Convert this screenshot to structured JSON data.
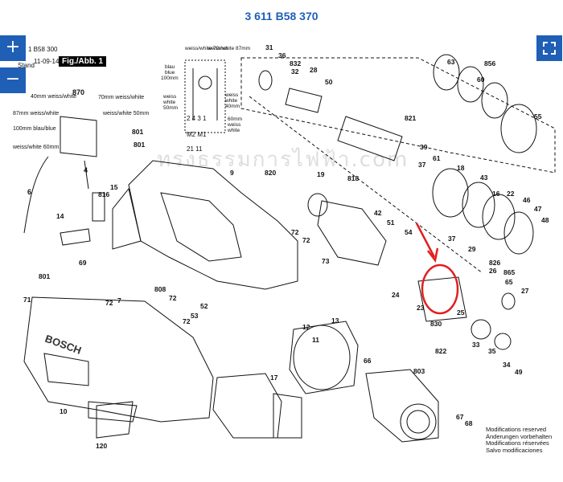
{
  "title": "3 611 B58 370",
  "header": {
    "ref_line": "1 B58 300",
    "stand_label": "Stand",
    "date": "11-09-14",
    "figure_label": "Fig./Abb. 1"
  },
  "watermark": "ทรงธรรมการไฟฟ้า.com",
  "zoom": {
    "in_label": "+",
    "out_label": "−"
  },
  "footer": {
    "lines": [
      "Modifications reserved",
      "Änderungen vorbehalten",
      "Modifications réservées",
      "Salvo modificaciones"
    ]
  },
  "brand": "BOSCH",
  "wiring": {
    "left_labels": [
      {
        "id": "w40",
        "text": "40mm weiss/white"
      },
      {
        "id": "w87",
        "text": "87mm weiss/white"
      },
      {
        "id": "b100",
        "text": "100mm blau/blue"
      },
      {
        "id": "w60",
        "text": "weiss/white 60mm"
      },
      {
        "id": "w70",
        "text": "70mm weiss/white"
      },
      {
        "id": "w50",
        "text": "weiss/white 50mm"
      }
    ],
    "switch_part": "870",
    "cable_part": "4",
    "cord_part": "6"
  },
  "schematic": {
    "top_left": "weiss/white 70mm",
    "top_right": "weiss/white 87mm",
    "left": [
      "blau",
      "blue",
      "100mm"
    ],
    "right1": [
      "weiss",
      "white",
      "40mm"
    ],
    "left2": [
      "weiss",
      "white",
      "50mm"
    ],
    "right2": [
      "60mm",
      "weiss",
      "white"
    ],
    "terminals": "2 4 3 1",
    "motors": "M2   M1",
    "bottom": "21   11"
  },
  "parts": [
    {
      "id": "p31",
      "label": "31"
    },
    {
      "id": "p36",
      "label": "36"
    },
    {
      "id": "p832",
      "label": "832"
    },
    {
      "id": "p32",
      "label": "32"
    },
    {
      "id": "p28",
      "label": "28"
    },
    {
      "id": "p50",
      "label": "50"
    },
    {
      "id": "p63",
      "label": "63"
    },
    {
      "id": "p856",
      "label": "856"
    },
    {
      "id": "p60",
      "label": "60"
    },
    {
      "id": "p55",
      "label": "55"
    },
    {
      "id": "p821",
      "label": "821"
    },
    {
      "id": "p39",
      "label": "39"
    },
    {
      "id": "p61",
      "label": "61"
    },
    {
      "id": "p801a",
      "label": "801"
    },
    {
      "id": "p801b",
      "label": "801"
    },
    {
      "id": "p9",
      "label": "9"
    },
    {
      "id": "p820",
      "label": "820"
    },
    {
      "id": "p19",
      "label": "19"
    },
    {
      "id": "p818",
      "label": "818"
    },
    {
      "id": "p37a",
      "label": "37"
    },
    {
      "id": "p18",
      "label": "18"
    },
    {
      "id": "p43",
      "label": "43"
    },
    {
      "id": "p16",
      "label": "16"
    },
    {
      "id": "p22",
      "label": "22"
    },
    {
      "id": "p46",
      "label": "46"
    },
    {
      "id": "p47",
      "label": "47"
    },
    {
      "id": "p48",
      "label": "48"
    },
    {
      "id": "p15",
      "label": "15"
    },
    {
      "id": "p816",
      "label": "816"
    },
    {
      "id": "p42",
      "label": "42"
    },
    {
      "id": "p72a",
      "label": "72"
    },
    {
      "id": "p51",
      "label": "51"
    },
    {
      "id": "p54",
      "label": "54"
    },
    {
      "id": "p37b",
      "label": "37"
    },
    {
      "id": "p29",
      "label": "29"
    },
    {
      "id": "p826",
      "label": "826"
    },
    {
      "id": "p26",
      "label": "26"
    },
    {
      "id": "p865",
      "label": "865"
    },
    {
      "id": "p65",
      "label": "65"
    },
    {
      "id": "p27",
      "label": "27"
    },
    {
      "id": "p14",
      "label": "14"
    },
    {
      "id": "p73",
      "label": "73"
    },
    {
      "id": "p72b",
      "label": "72"
    },
    {
      "id": "p69",
      "label": "69"
    },
    {
      "id": "p24",
      "label": "24"
    },
    {
      "id": "p23",
      "label": "23"
    },
    {
      "id": "p830",
      "label": "830"
    },
    {
      "id": "p25",
      "label": "25"
    },
    {
      "id": "p801c",
      "label": "801"
    },
    {
      "id": "p808",
      "label": "808"
    },
    {
      "id": "p72c",
      "label": "72"
    },
    {
      "id": "p72d",
      "label": "72"
    },
    {
      "id": "p7",
      "label": "7"
    },
    {
      "id": "p52",
      "label": "52"
    },
    {
      "id": "p53",
      "label": "53"
    },
    {
      "id": "p72e",
      "label": "72"
    },
    {
      "id": "p12",
      "label": "12"
    },
    {
      "id": "p822",
      "label": "822"
    },
    {
      "id": "p33",
      "label": "33"
    },
    {
      "id": "p35",
      "label": "35"
    },
    {
      "id": "p34",
      "label": "34"
    },
    {
      "id": "p49",
      "label": "49"
    },
    {
      "id": "p71",
      "label": "71"
    },
    {
      "id": "p13",
      "label": "13"
    },
    {
      "id": "p11",
      "label": "11"
    },
    {
      "id": "p66",
      "label": "66"
    },
    {
      "id": "p803",
      "label": "803"
    },
    {
      "id": "p17",
      "label": "17"
    },
    {
      "id": "p10",
      "label": "10"
    },
    {
      "id": "p67",
      "label": "67"
    },
    {
      "id": "p68",
      "label": "68"
    },
    {
      "id": "p120",
      "label": "120"
    }
  ],
  "accent_color": "#1f5fb5",
  "highlight_color": "#e0201f"
}
